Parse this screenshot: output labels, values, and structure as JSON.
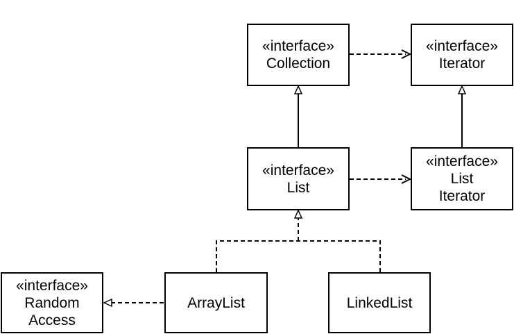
{
  "stereotype": "«interface»",
  "nodes": {
    "collection": {
      "lines": [
        "Collection"
      ]
    },
    "iterator": {
      "lines": [
        "Iterator"
      ]
    },
    "list": {
      "lines": [
        "List"
      ]
    },
    "list_iterator": {
      "lines": [
        "List",
        "Iterator"
      ]
    },
    "random_access": {
      "lines": [
        "Random",
        "Access"
      ]
    },
    "array_list": {
      "lines": [
        "ArrayList"
      ]
    },
    "linked_list": {
      "lines": [
        "LinkedList"
      ]
    }
  },
  "edges": [
    {
      "from": "collection",
      "to": "iterator",
      "style": "dashed",
      "head": "open-arrow"
    },
    {
      "from": "list",
      "to": "list_iterator",
      "style": "dashed",
      "head": "open-arrow"
    },
    {
      "from": "list",
      "to": "collection",
      "style": "solid",
      "head": "hollow-triangle"
    },
    {
      "from": "list_iterator",
      "to": "iterator",
      "style": "solid",
      "head": "hollow-triangle"
    },
    {
      "from": "array_list",
      "to": "list",
      "style": "dashed",
      "head": "hollow-triangle"
    },
    {
      "from": "linked_list",
      "to": "list",
      "style": "dashed",
      "head": "hollow-triangle"
    },
    {
      "from": "array_list",
      "to": "random_access",
      "style": "dashed",
      "head": "hollow-triangle"
    }
  ]
}
